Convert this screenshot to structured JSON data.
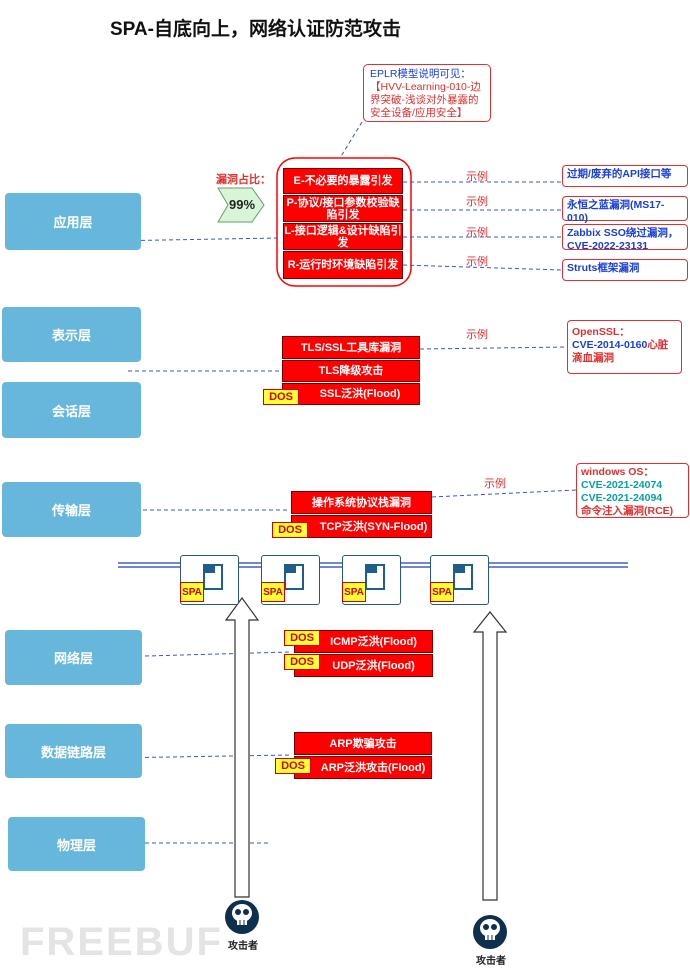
{
  "title": "SPA-自底向上，网络认证防范攻击",
  "layers": {
    "application": "应用层",
    "presentation": "表示层",
    "session": "会话层",
    "transport": "传输层",
    "network": "网络层",
    "datalink": "数据链路层",
    "physical": "物理层"
  },
  "eplr_note": {
    "line1": "EPLR模型说明可见：",
    "line2": "【HVV-Learning-010-边界突破-浅谈对外暴露的安全设备/应用安全】"
  },
  "vuln_rate": {
    "label": "漏洞占比：",
    "value": "99%"
  },
  "app_vulns": [
    "E-不必要的暴露引发",
    "P-协议/接口参数校验缺陷引发",
    "L-接口逻辑&设计缺陷引发",
    "R-运行时环境缺陷引发"
  ],
  "example_label": "示例",
  "app_examples": [
    "过期/废弃的API接口等",
    "永恒之蓝漏洞(MS17-010)",
    "Zabbix SSO绕过漏洞，CVE-2022-23131",
    "Struts框架漏洞"
  ],
  "presentation_vulns": [
    "TLS/SSL工具库漏洞",
    "TLS降级攻击",
    "SSL泛洪(Flood)"
  ],
  "openssl_example": {
    "line1": "OpenSSL：",
    "cve": "CVE-2014-0160",
    "suffix": "心脏滴血漏洞"
  },
  "transport_vulns": [
    "操作系统协议栈漏洞",
    "TCP泛洪(SYN-Flood)"
  ],
  "windows_example": {
    "line1": "windows OS：",
    "cve1": "CVE-2021-24074",
    "cve2": "CVE-2021-24094",
    "line4": "命令注入漏洞(RCE)"
  },
  "network_vulns": [
    "ICMP泛洪(Flood)",
    "UDP泛洪(Flood)"
  ],
  "datalink_vulns": [
    "ARP欺骗攻击",
    "ARP泛洪攻击(Flood)"
  ],
  "dos_tag": "DOS",
  "spa_tag": "SPA",
  "attacker_label": "攻击者",
  "watermark": "FREEBUF",
  "colors": {
    "layer_fill": "#67b7dd",
    "vuln_fill": "#ff0000",
    "tag_fill": "#ffff33",
    "example_border": "#e03030",
    "link_blue": "#1a3fd8"
  }
}
